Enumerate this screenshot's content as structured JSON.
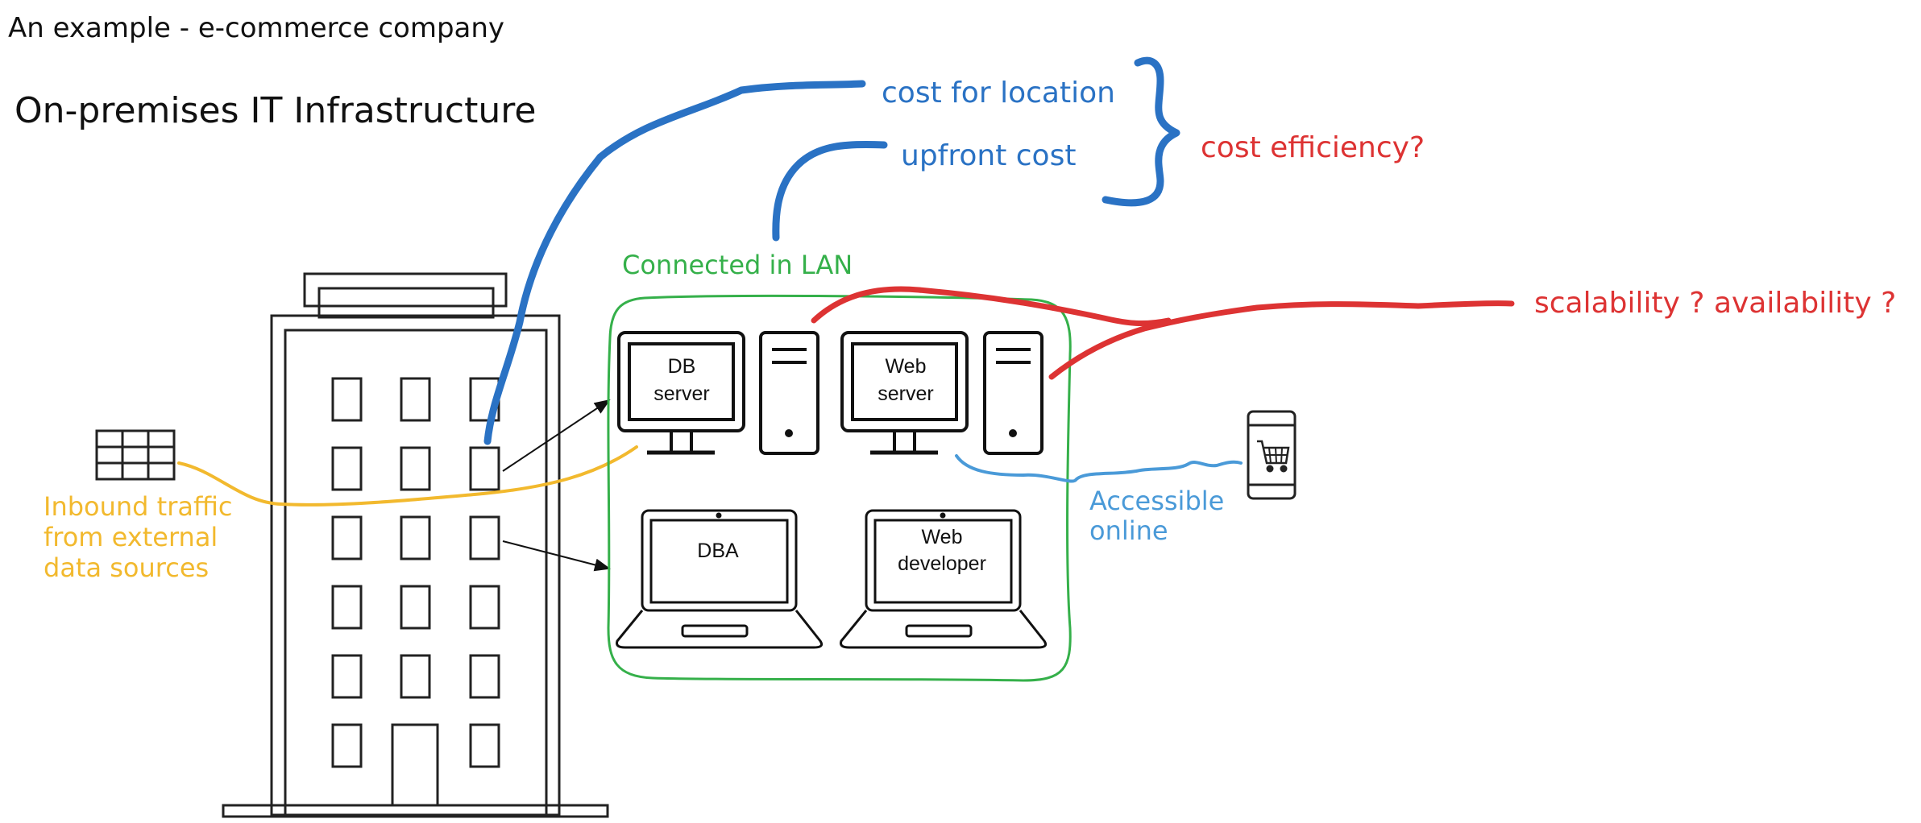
{
  "header": {
    "subtitle": "An example - e-commerce company",
    "title": "On-premises IT Infrastructure"
  },
  "annotations": {
    "cost_location": "cost for location",
    "upfront_cost": "upfront cost",
    "cost_efficiency": "cost efficiency?",
    "lan": "Connected in LAN",
    "scalability": "scalability ? availability ?",
    "accessible_line1": "Accessible",
    "accessible_line2": "online",
    "inbound_line1": "Inbound traffic",
    "inbound_line2": "from external",
    "inbound_line3": "data sources"
  },
  "devices": {
    "db_server_line1": "DB",
    "db_server_line2": "server",
    "web_server_line1": "Web",
    "web_server_line2": "server",
    "dba_laptop": "DBA",
    "webdev_line1": "Web",
    "webdev_line2": "developer"
  },
  "icons": {
    "building": "office-building-icon",
    "datasource": "table-grid-icon",
    "phone": "mobile-shopping-cart-icon",
    "tower": "server-tower-icon",
    "monitor": "monitor-icon",
    "laptop": "laptop-icon"
  },
  "colors": {
    "blue": "#2a72c4",
    "light_blue": "#4a9ad8",
    "red": "#dd3333",
    "green": "#35b04a",
    "yellow": "#f2b92e",
    "ink": "#111111"
  }
}
